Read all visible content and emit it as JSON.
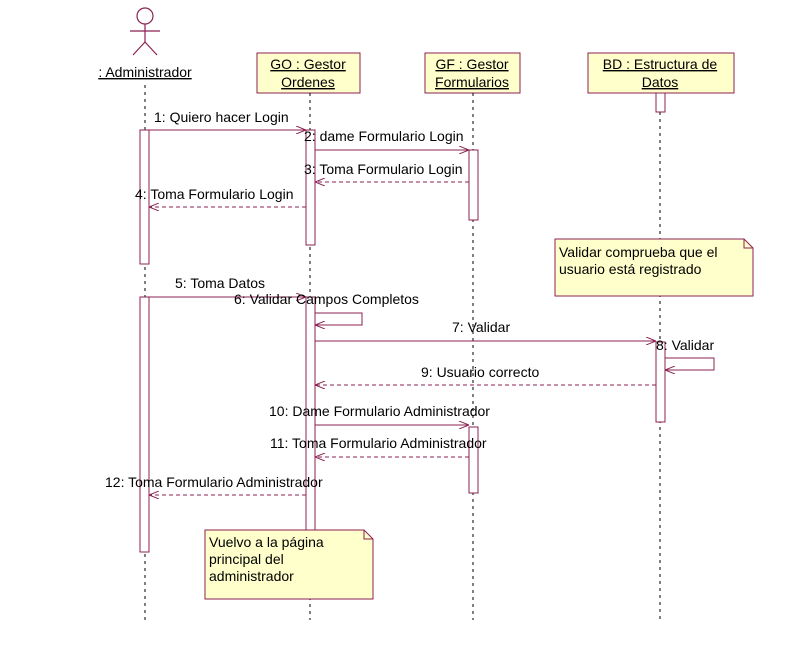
{
  "colors": {
    "line": "#8b2252",
    "box_fill": "#ffffcc",
    "note_fill": "#ffffcc",
    "text": "#000000",
    "background": "#ffffff"
  },
  "actor": {
    "label": ": Administrador",
    "icon": "stick-figure-icon"
  },
  "objects": {
    "go": {
      "line1": "GO : Gestor",
      "line2": "Ordenes"
    },
    "gf": {
      "line1": "GF : Gestor",
      "line2": "Formularios"
    },
    "bd": {
      "line1": "BD : Estructura de",
      "line2": "Datos"
    }
  },
  "messages": {
    "m1": "1: Quiero hacer Login",
    "m2": "2: dame Formulario Login",
    "m3": "3: Toma Formulario Login",
    "m4": "4: Toma Formulario Login",
    "m5": "5: Toma Datos",
    "m6": "6: Validar Campos Completos",
    "m7": "7: Validar",
    "m8": "8: Validar",
    "m9": "9: Usuario correcto",
    "m10": "10: Dame Formulario Administrador",
    "m11": "11: Toma Formulario Administrador",
    "m12": "12: Toma Formulario Administrador"
  },
  "notes": {
    "validate": {
      "line1": "Validar comprueba que el",
      "line2": "usuario está registrado"
    },
    "back": {
      "line1": "Vuelvo a la página",
      "line2": "principal del",
      "line3": "administrador"
    }
  }
}
